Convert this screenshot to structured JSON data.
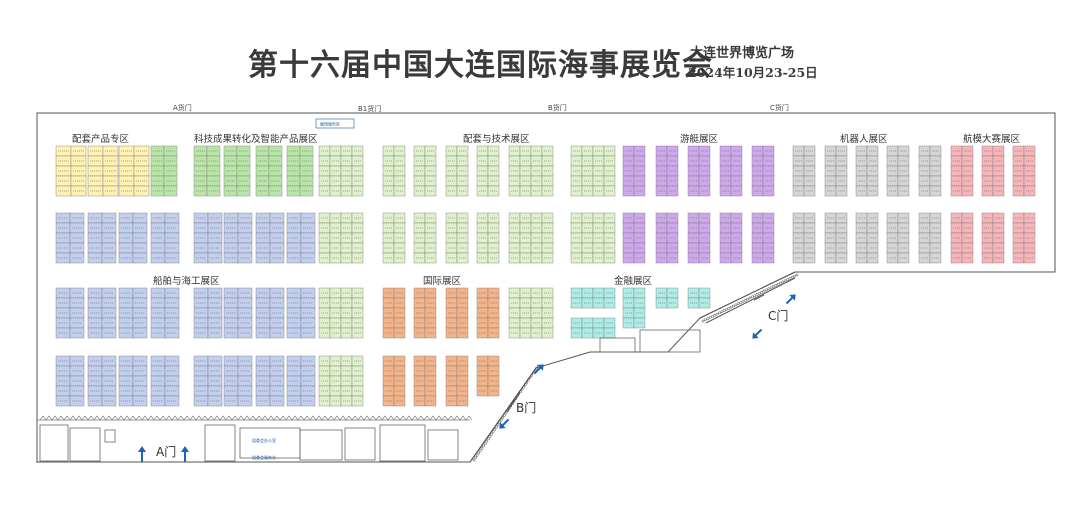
{
  "header": {
    "title": "第十六届中国大连国际海事展览会",
    "venue": "大连世界博览广场",
    "dates": "2024年10月23-25日"
  },
  "gates": {
    "a_top": "A货门",
    "b1_top": "B1货门",
    "b_top": "B货门",
    "c_top": "C货门",
    "a_entrance": "A门",
    "b_entrance": "B门",
    "c_entrance": "C门"
  },
  "facilities": {
    "top_office": "展馆服务处",
    "organizer_office": "组委会办公室",
    "media_center": "组委会服务台"
  },
  "zones": {
    "supporting_products": "配套产品专区",
    "tech_transfer": "科技成果转化及智能产品展区",
    "supporting_tech": "配套与技术展区",
    "cruise": "游艇展区",
    "robots": "机器人展区",
    "aerospace": "航模大赛展区",
    "shipbuilding": "船舶与海工展区",
    "international": "国际展区",
    "finance": "金融展区"
  },
  "colors": {
    "yellow": "#fff2b3",
    "green": "#b9e6a8",
    "blue": "#c3cfee",
    "lightgreen": "#dff2cc",
    "purple": "#cfa8ec",
    "gray": "#d6d6d6",
    "pink": "#f6b5b9",
    "orange": "#f3b48a",
    "cyan": "#aeece6",
    "arrow": "#1f64b4",
    "outline": "#555555"
  },
  "icons": {
    "arrow": "arrow-icon",
    "door": "door-icon"
  }
}
